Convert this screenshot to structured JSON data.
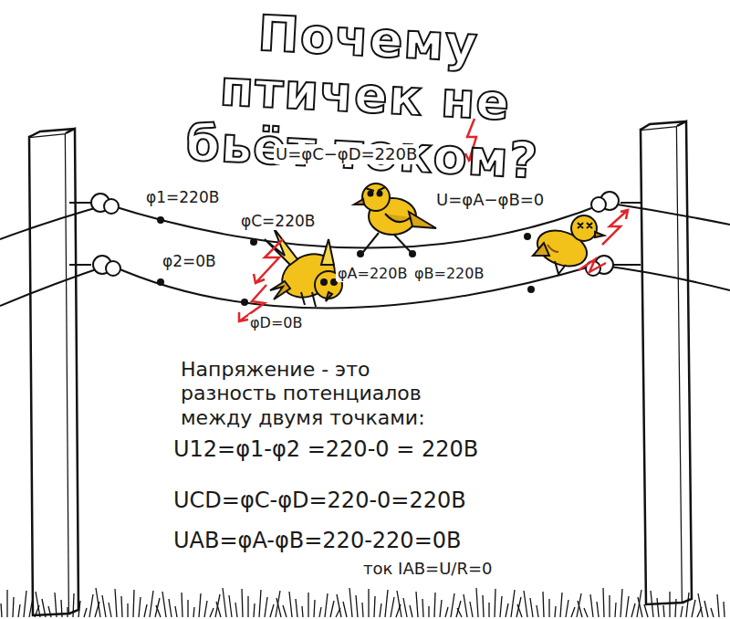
{
  "diagram": {
    "title": "Почему птичек не бьёт током?",
    "labels": [
      "U=φC−φD=220В",
      "φ1=220В",
      "φC=220В",
      "U=φA−φB=0",
      "φ2=0В",
      "φA=220В",
      "φB=220В",
      "φD=0В",
      "Напряжение - это разность потенциалов между двумя точками:",
      "U12=φ1-φ2 =220-0 = 220В",
      "UCD=φC-φD=220-0=220В",
      "UAB=φA-φB=220-220=0В",
      "ток IAB=U/R=0"
    ]
  }
}
